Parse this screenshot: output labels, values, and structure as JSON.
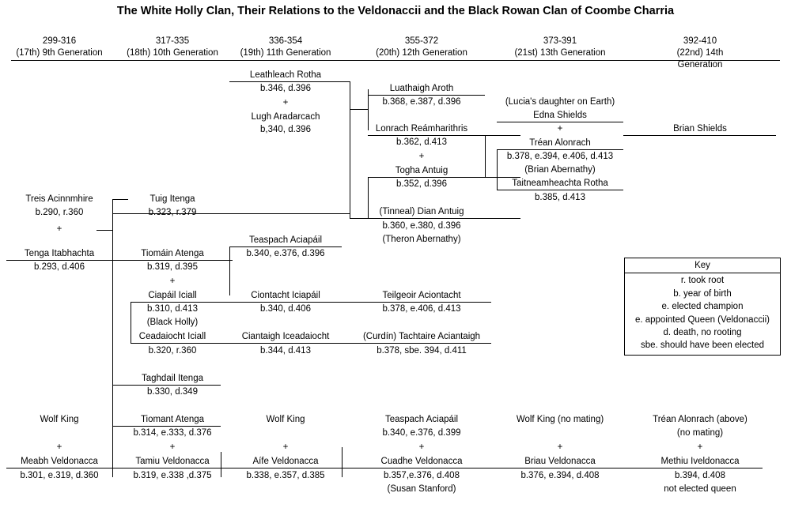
{
  "title": "The White Holly Clan, Their Relations to the Veldonaccii and the Black Rowan Clan of Coombe Charria",
  "generations": [
    {
      "years": "299-316",
      "gen": "(17th) 9th Generation"
    },
    {
      "years": "317-335",
      "gen": "(18th) 10th Generation"
    },
    {
      "years": "336-354",
      "gen": "(19th) 11th Generation"
    },
    {
      "years": "355-372",
      "gen": "(20th) 12th Generation"
    },
    {
      "years": "373-391",
      "gen": "(21st) 13th Generation"
    },
    {
      "years": "392-410",
      "gen": "(22nd) 14th Generation"
    }
  ],
  "key": {
    "title": "Key",
    "entries": [
      "r. took root",
      "b. year of birth",
      "e. elected champion",
      "e. appointed Queen (Veldonaccii)",
      "d. death, no rooting",
      "sbe. should have been elected"
    ]
  },
  "nodes": {
    "leathleach_rotha": {
      "name": "Leathleach Rotha",
      "dates": "b.346, d.396"
    },
    "plus_1": "+",
    "lugh_aradarcach": {
      "name": "Lugh Aradarcach",
      "dates": "b,340, d.396"
    },
    "luathaigh_aroth": {
      "name": "Luathaigh Aroth",
      "dates": "b.368, e.387, d.396"
    },
    "lonrach_reamharithris": {
      "name": "Lonrach Reámharithris",
      "dates": "b.362, d.413"
    },
    "plus_2": "+",
    "togha_antuig": {
      "name": "Togha Antuig",
      "dates": "b.352, d.396"
    },
    "lucia_note": "(Lucia's daughter on Earth)",
    "edna_shields": {
      "name": "Edna Shields"
    },
    "plus_3": "+",
    "trean_alonrach": {
      "name": "Tréan Alonrach",
      "dates": "b.378, e.394, e.406, d.413",
      "alias": "(Brian Abernathy)"
    },
    "taitneamheachta_rotha": {
      "name": "Taitneamheachta Rotha",
      "dates": "b.385, d.413"
    },
    "brian_shields": {
      "name": "Brian Shields"
    },
    "treis_acinnmhire": {
      "name": "Treis Acinnmhire",
      "dates": "b.290, r.360"
    },
    "plus_4": "+",
    "tenga_itabhachta": {
      "name": "Tenga Itabhachta",
      "dates": "b.293, d.406"
    },
    "tuig_itenga": {
      "name": "Tuig Itenga",
      "dates": "b.323, r.379"
    },
    "dian_antuig": {
      "name": "(Tinneal) Dian Antuig",
      "dates": "b.360, e.380, d.396",
      "alias": "(Theron Abernathy)"
    },
    "tiomain_atenga": {
      "name": "Tiomáin Atenga",
      "dates": "b.319, d.395"
    },
    "plus_5": "+",
    "ciapail_iciall": {
      "name": "Ciapáil Iciall",
      "dates": "b.310, d.413",
      "alias": "(Black Holly)"
    },
    "teaspach_aciapail_top": {
      "name": "Teaspach Aciapáil",
      "dates": "b.340, e.376, d.396"
    },
    "ciontacht_iciapail": {
      "name": "Ciontacht Iciapáil",
      "dates": "b.340, d.406"
    },
    "teilgeoir_aciontacht": {
      "name": "Teilgeoir Aciontacht",
      "dates": "b.378, e.406, d.413"
    },
    "ceadaiocht_iciall": {
      "name": "Ceadaiocht Iciall",
      "dates": "b.320, r.360"
    },
    "ciantaigh_iceadaiocht": {
      "name": "Ciantaigh Iceadaiocht",
      "dates": "b.344, d.413"
    },
    "tachtaire_aciantaigh": {
      "name": "(Curdín) Tachtaire Aciantaigh",
      "dates": "b.378, sbe. 394, d.411"
    },
    "taghdail_itenga": {
      "name": "Taghdail Itenga",
      "dates": "b.330, d.349"
    },
    "wolf_king_1": {
      "name": "Wolf King"
    },
    "tiomant_atenga": {
      "name": "Tiomant Atenga",
      "dates": "b.314, e.333, d.376"
    },
    "wolf_king_2": {
      "name": "Wolf King"
    },
    "teaspach_aciapail_bottom": {
      "name": "Teaspach Aciapáil",
      "dates": "b.340, e.376, d.399"
    },
    "wolf_king_3": {
      "name": "Wolf King (no mating)"
    },
    "trean_alonrach_above": {
      "name": "Tréan Alonrach (above)",
      "note": "(no mating)"
    },
    "plus_b1": "+",
    "plus_b2": "+",
    "plus_b3": "+",
    "plus_b4": "+",
    "plus_b5": "+",
    "plus_b6": "+",
    "meabh_veldonacca": {
      "name": "Meabh Veldonacca",
      "dates": "b.301, e.319, d.360"
    },
    "tamiu_veldonacca": {
      "name": "Tamiu Veldonacca",
      "dates": "b.319, e.338 ,d.375"
    },
    "aife_veldonacca": {
      "name": "Aífe Veldonacca",
      "dates": "b.338, e.357, d.385"
    },
    "cuadhe_veldonacca": {
      "name": "Cuadhe Veldonacca",
      "dates": "b.357,e.376, d.408",
      "alias": "(Susan Stanford)"
    },
    "briau_veldonacca": {
      "name": "Briau Veldonacca",
      "dates": "b.376, e.394, d.408"
    },
    "methiu_iveldonacca": {
      "name": "Methiu Iveldonacca",
      "dates": "b.394, d.408",
      "note": "not elected queen"
    }
  }
}
